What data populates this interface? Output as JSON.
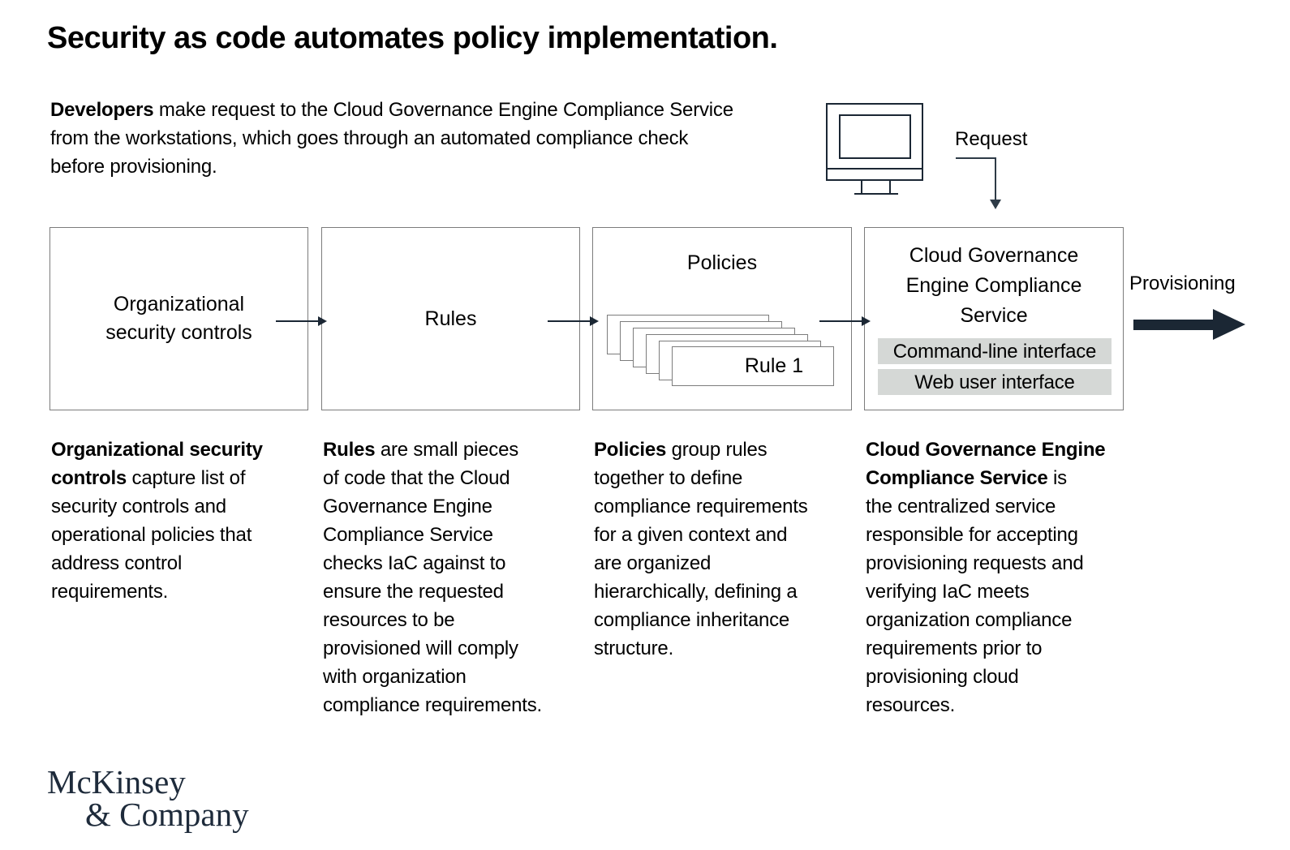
{
  "title": "Security as code automates policy implementation.",
  "intro": {
    "lead": "Developers",
    "rest": " make request to the Cloud Governance Engine Compliance Service\nfrom the workstations, which goes through an automated compliance check\nbefore provisioning."
  },
  "request_label": "Request",
  "provisioning_label": "Provisioning",
  "flow_boxes": [
    {
      "label": "Organizational\nsecurity controls"
    },
    {
      "label": "Rules"
    },
    {
      "label": "Policies",
      "card_count": 6,
      "card_front": "Rule 1"
    },
    {
      "label": "Cloud Governance\nEngine Compliance\nService",
      "interfaces": [
        "Command-line interface",
        "Web user interface"
      ]
    }
  ],
  "descriptions": [
    {
      "lead": "Organizational security\ncontrols",
      "rest": " capture list of\nsecurity controls and\noperational policies that\naddress control\nrequirements."
    },
    {
      "lead": "Rules",
      "rest": " are small pieces\nof code that the Cloud\nGovernance Engine\nCompliance Service\nchecks IaC against to\nensure the requested\nresources to be\nprovisioned will comply\nwith organization\ncompliance requirements."
    },
    {
      "lead": "Policies",
      "rest": " group rules\ntogether to define\ncompliance requirements\nfor a given context and\nare organized\nhierarchically, defining a\ncompliance inheritance\nstructure."
    },
    {
      "lead": "Cloud Governance Engine\nCompliance Service",
      "rest": " is\nthe centralized service\nresponsible for accepting\nprovisioning requests and\nverifying IaC meets\norganization compliance\nrequirements prior to\nprovisioning cloud\nresources."
    }
  ],
  "logo": {
    "line1": "McKinsey",
    "line2": "& Company"
  },
  "colors": {
    "text_black": "#000000",
    "border_gray": "#7c7c7c",
    "bar_gray": "#d5d8d6",
    "arrow_dark": "#1b2734",
    "elbow_gray": "#2e3b47",
    "logo_navy": "#1e2b3b"
  }
}
